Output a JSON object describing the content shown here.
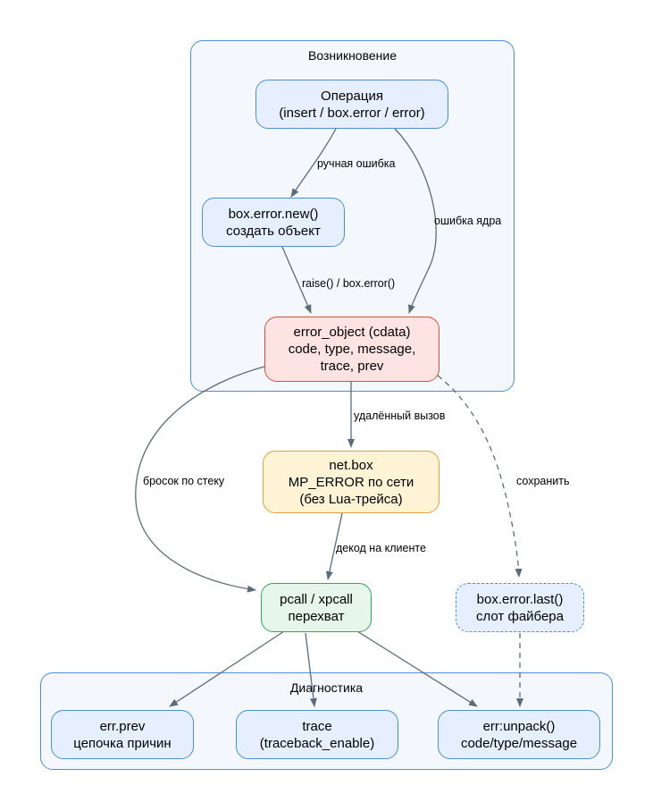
{
  "clusters": {
    "origin": {
      "title": "Возникновение"
    },
    "diag": {
      "title": "Диагностика"
    }
  },
  "nodes": {
    "operation": {
      "line1": "Операция",
      "line2": "(insert / box.error / error)"
    },
    "error_new": {
      "line1": "box.error.new()",
      "line2": "создать объект"
    },
    "error_object": {
      "line1": "error_object (cdata)",
      "line2": "code, type, message,",
      "line3": "trace, prev"
    },
    "netbox": {
      "line1": "net.box",
      "line2": "MP_ERROR по сети",
      "line3": "(без Lua-трейса)"
    },
    "pcall": {
      "line1": "pcall / xpcall",
      "line2": "перехват"
    },
    "last": {
      "line1": "box.error.last()",
      "line2": "слот файбера"
    },
    "prev": {
      "line1": "err.prev",
      "line2": "цепочка причин"
    },
    "trace": {
      "line1": "trace",
      "line2": "(traceback_enable)"
    },
    "unpack": {
      "line1": "err:unpack()",
      "line2": "code/type/message"
    }
  },
  "edges": {
    "manual": "ручная ошибка",
    "kernel": "ошибка ядра",
    "raise": "raise() / box.error()",
    "remote": "удалённый вызов",
    "stack": "бросок по стеку",
    "save": "сохранить",
    "decode": "декод на клиенте"
  },
  "colors": {
    "edge": "#5b6b7a",
    "cluster_border": "#4a90d9",
    "blue_fill": "#e6efff",
    "red_border": "#d94f3d",
    "red_fill": "#fde4e2",
    "yellow_border": "#d9a43a",
    "yellow_fill": "#fff3d6",
    "green_border": "#3aa55a",
    "green_fill": "#e6f6ea"
  }
}
